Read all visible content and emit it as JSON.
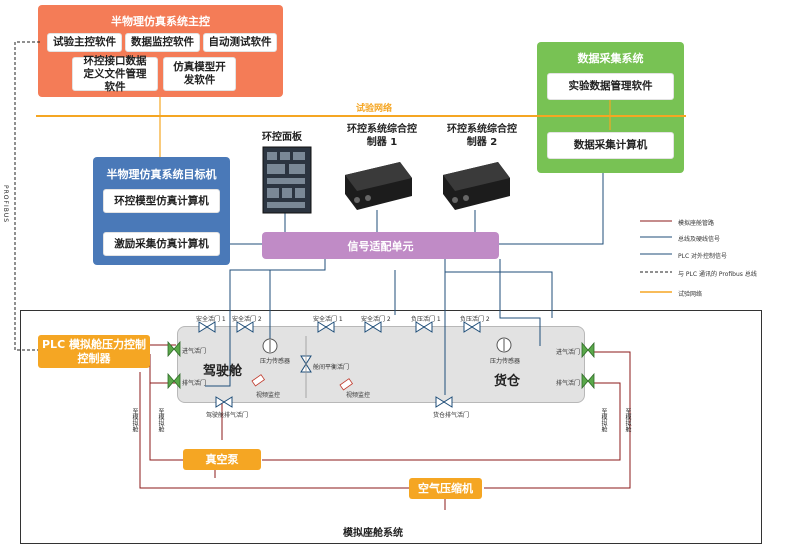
{
  "main_controller": {
    "title": "半物理仿真系统主控",
    "items": [
      "试验主控软件",
      "数据监控软件",
      "自动测试软件",
      "环控接口数据定义文件管理软件",
      "仿真模型开发软件"
    ]
  },
  "network_label": "试验网络",
  "target_machine": {
    "title": "半物理仿真系统目标机",
    "items": [
      "环控模型仿真计算机",
      "激励采集仿真计算机"
    ]
  },
  "data_acquisition": {
    "title": "数据采集系统",
    "items": [
      "实验数据管理软件",
      "数据采集计算机"
    ]
  },
  "devices": {
    "panel": "环控面板",
    "controller1": "环控系统综合控制器 1",
    "controller2": "环控系统综合控制器 2"
  },
  "signal_adapter": "信号适配单元",
  "profibus_label": "PROFIBUS",
  "plc": "PLC 模拟舱压力控制控制器",
  "cabin": {
    "cockpit": "驾驶舱",
    "cargo": "货仓"
  },
  "valves": {
    "safety1_a": "安全活门 1",
    "safety2_a": "安全活门 2",
    "safety1_b": "安全活门 1",
    "safety2_b": "安全活门 2",
    "neg1": "负压活门 1",
    "neg2": "负压活门 2",
    "inlet_left": "进气活门",
    "outlet_left": "排气活门",
    "inlet_right": "进气活门",
    "outlet_right": "排气活门",
    "balance": "舱间平衡活门",
    "cockpit_exhaust": "驾驶舱排气活门",
    "cargo_exhaust": "货仓排气活门"
  },
  "sensors": {
    "pressure_left": "压力传感器",
    "pressure_right": "压力传感器",
    "viewport1": "视频监控",
    "viewport2": "视频监控"
  },
  "vertical_labels": {
    "left_a": "至模拟舱",
    "left_b": "至模拟舱",
    "right_a": "至模拟舱",
    "right_b": "至模拟舱"
  },
  "vacuum_pump": "真空泵",
  "air_compressor": "空气压缩机",
  "system_label": "模拟座舱系统",
  "legend": [
    {
      "label": "模拟座舱管路",
      "color": "#8b1a1a",
      "style": "solid"
    },
    {
      "label": "总线及硬线信号",
      "color": "#1f4e79",
      "style": "solid"
    },
    {
      "label": "PLC 对外控制信号",
      "color": "#1f4e79",
      "style": "solid"
    },
    {
      "label": "与 PLC 通讯的 Profibus 总线",
      "color": "#222222",
      "style": "dashed"
    },
    {
      "label": "试验网络",
      "color": "#f5a623",
      "style": "solid"
    }
  ]
}
